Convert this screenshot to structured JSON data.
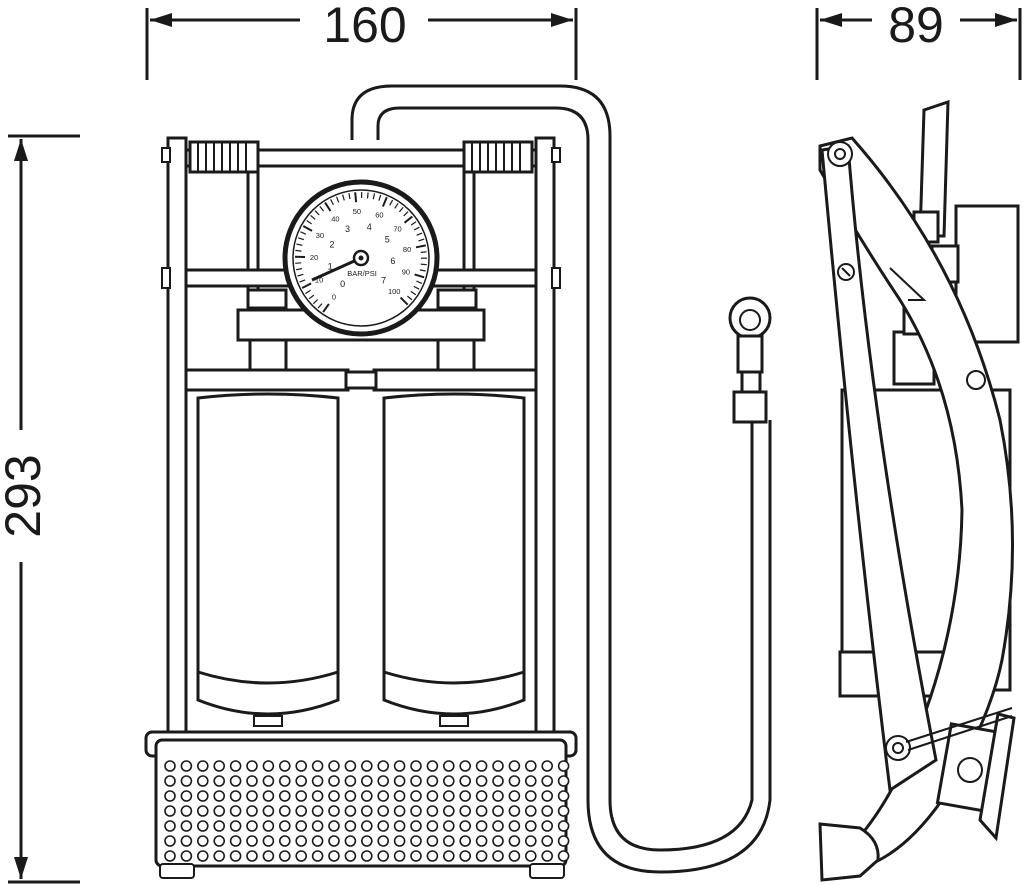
{
  "dimensions": {
    "width": "160",
    "side_depth": "89",
    "height": "293"
  },
  "gauge": {
    "unit_label": "BAR/PSI",
    "bar_scale": [
      "0",
      "1",
      "2",
      "3",
      "4",
      "5",
      "6",
      "7"
    ],
    "psi_scale": [
      "0",
      "10",
      "20",
      "30",
      "40",
      "50",
      "60",
      "70",
      "80",
      "90",
      "100"
    ]
  },
  "colors": {
    "line": "#1a1a1a",
    "background": "#ffffff"
  }
}
